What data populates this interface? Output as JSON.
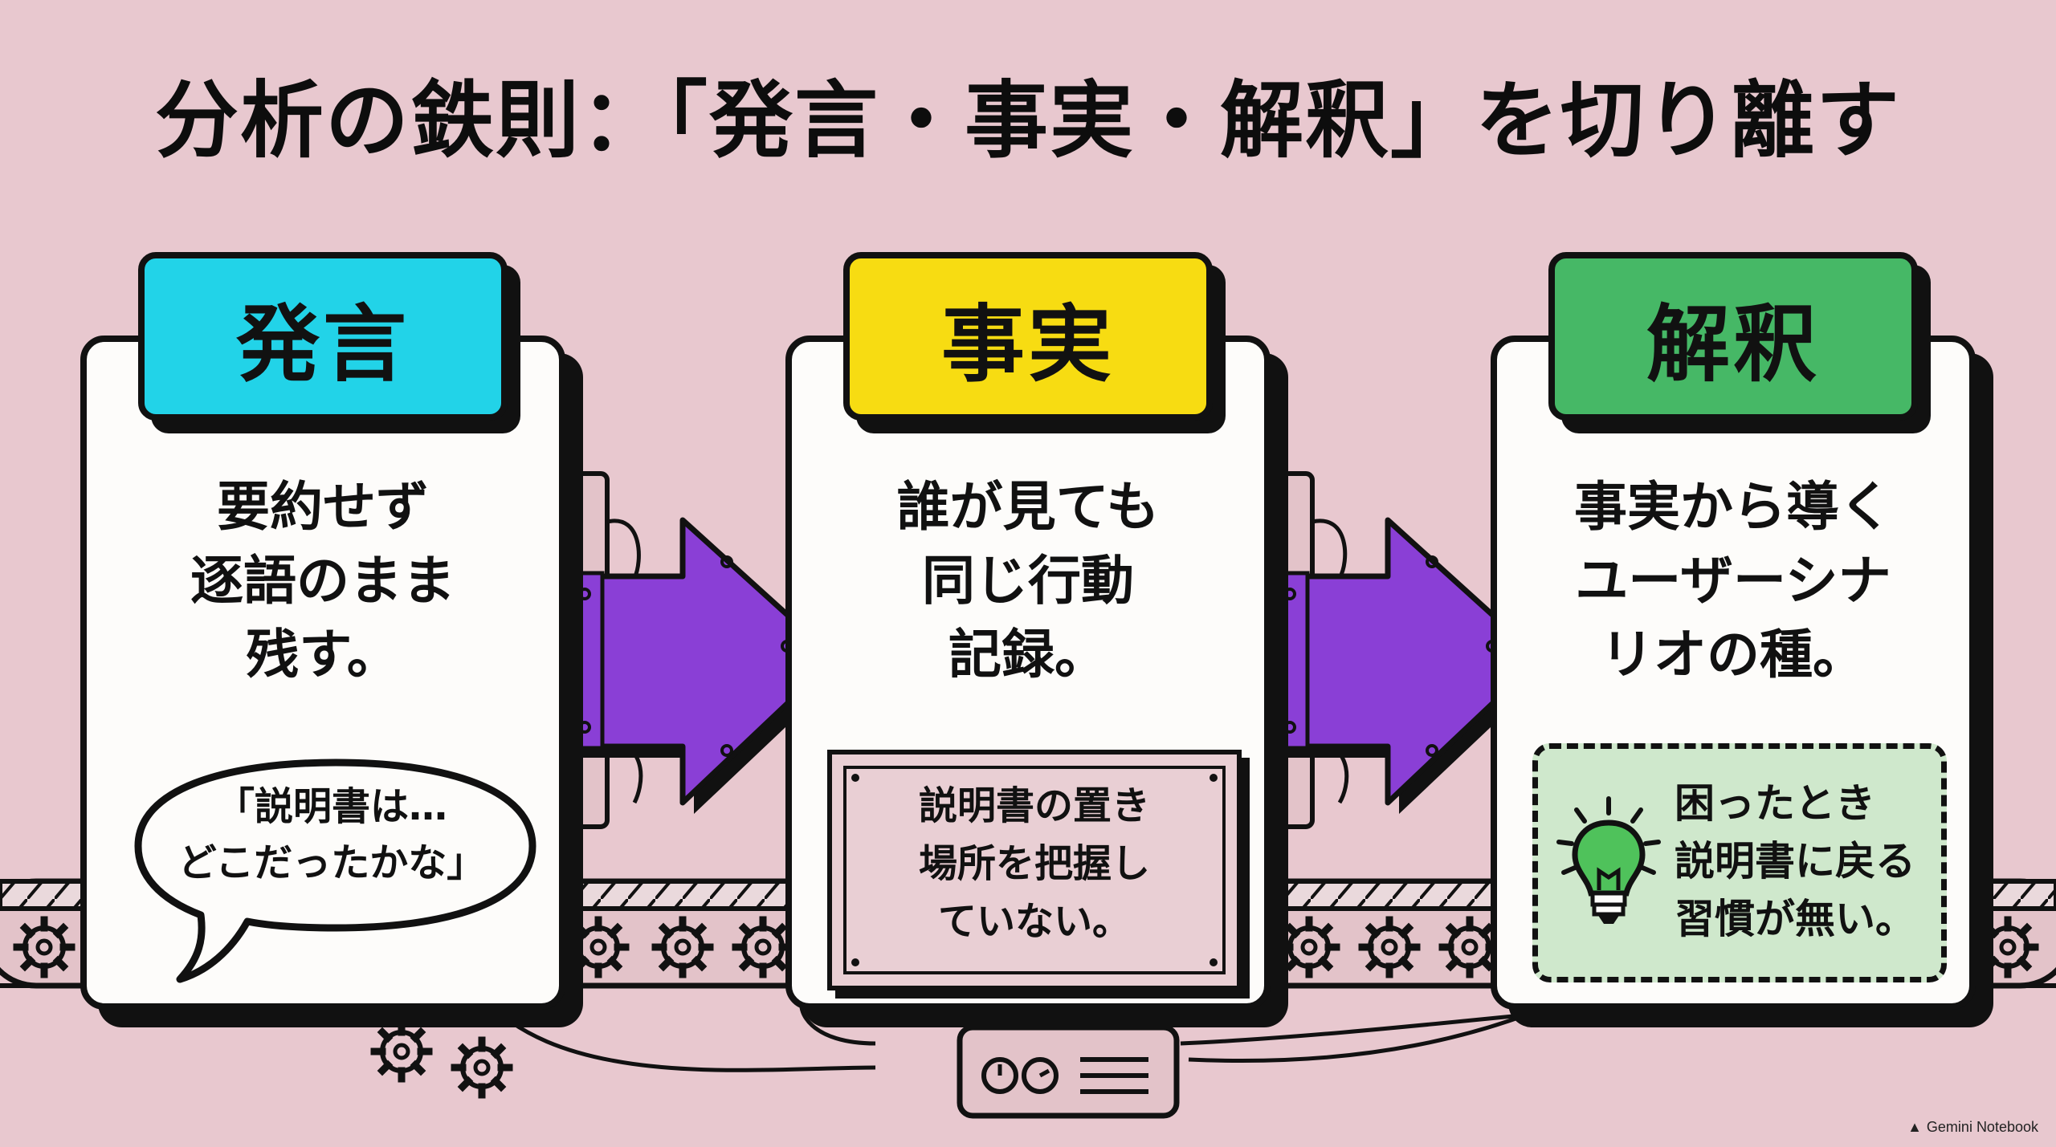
{
  "title": "分析の鉄則：「発言・事実・解釈」を切り離す",
  "cards": [
    {
      "label": "発言",
      "body": [
        "要約せず",
        "逐語のまま",
        "残す。"
      ],
      "example": [
        "「説明書は…",
        "どこだったかな」"
      ],
      "color": "#22d3e8"
    },
    {
      "label": "事実",
      "body": [
        "誰が見ても",
        "同じ行動",
        "記録。"
      ],
      "example": [
        "説明書の置き",
        "場所を把握し",
        "ていない。"
      ],
      "color": "#f7dc12"
    },
    {
      "label": "解釈",
      "body": [
        "事実から導く",
        "ユーザーシナ",
        "リオの種。"
      ],
      "example": [
        "困ったとき",
        "説明書に戻る",
        "習慣が無い。"
      ],
      "color": "#46b866"
    }
  ],
  "footer": "Gemini Notebook",
  "colors": {
    "background": "#e8c8cf",
    "arrow": "#8a3fd6"
  },
  "icons": [
    "speech-bubble-icon",
    "plaque-icon",
    "lightbulb-icon",
    "arrow-right-icon",
    "gear-icon",
    "machine-box-icon"
  ]
}
